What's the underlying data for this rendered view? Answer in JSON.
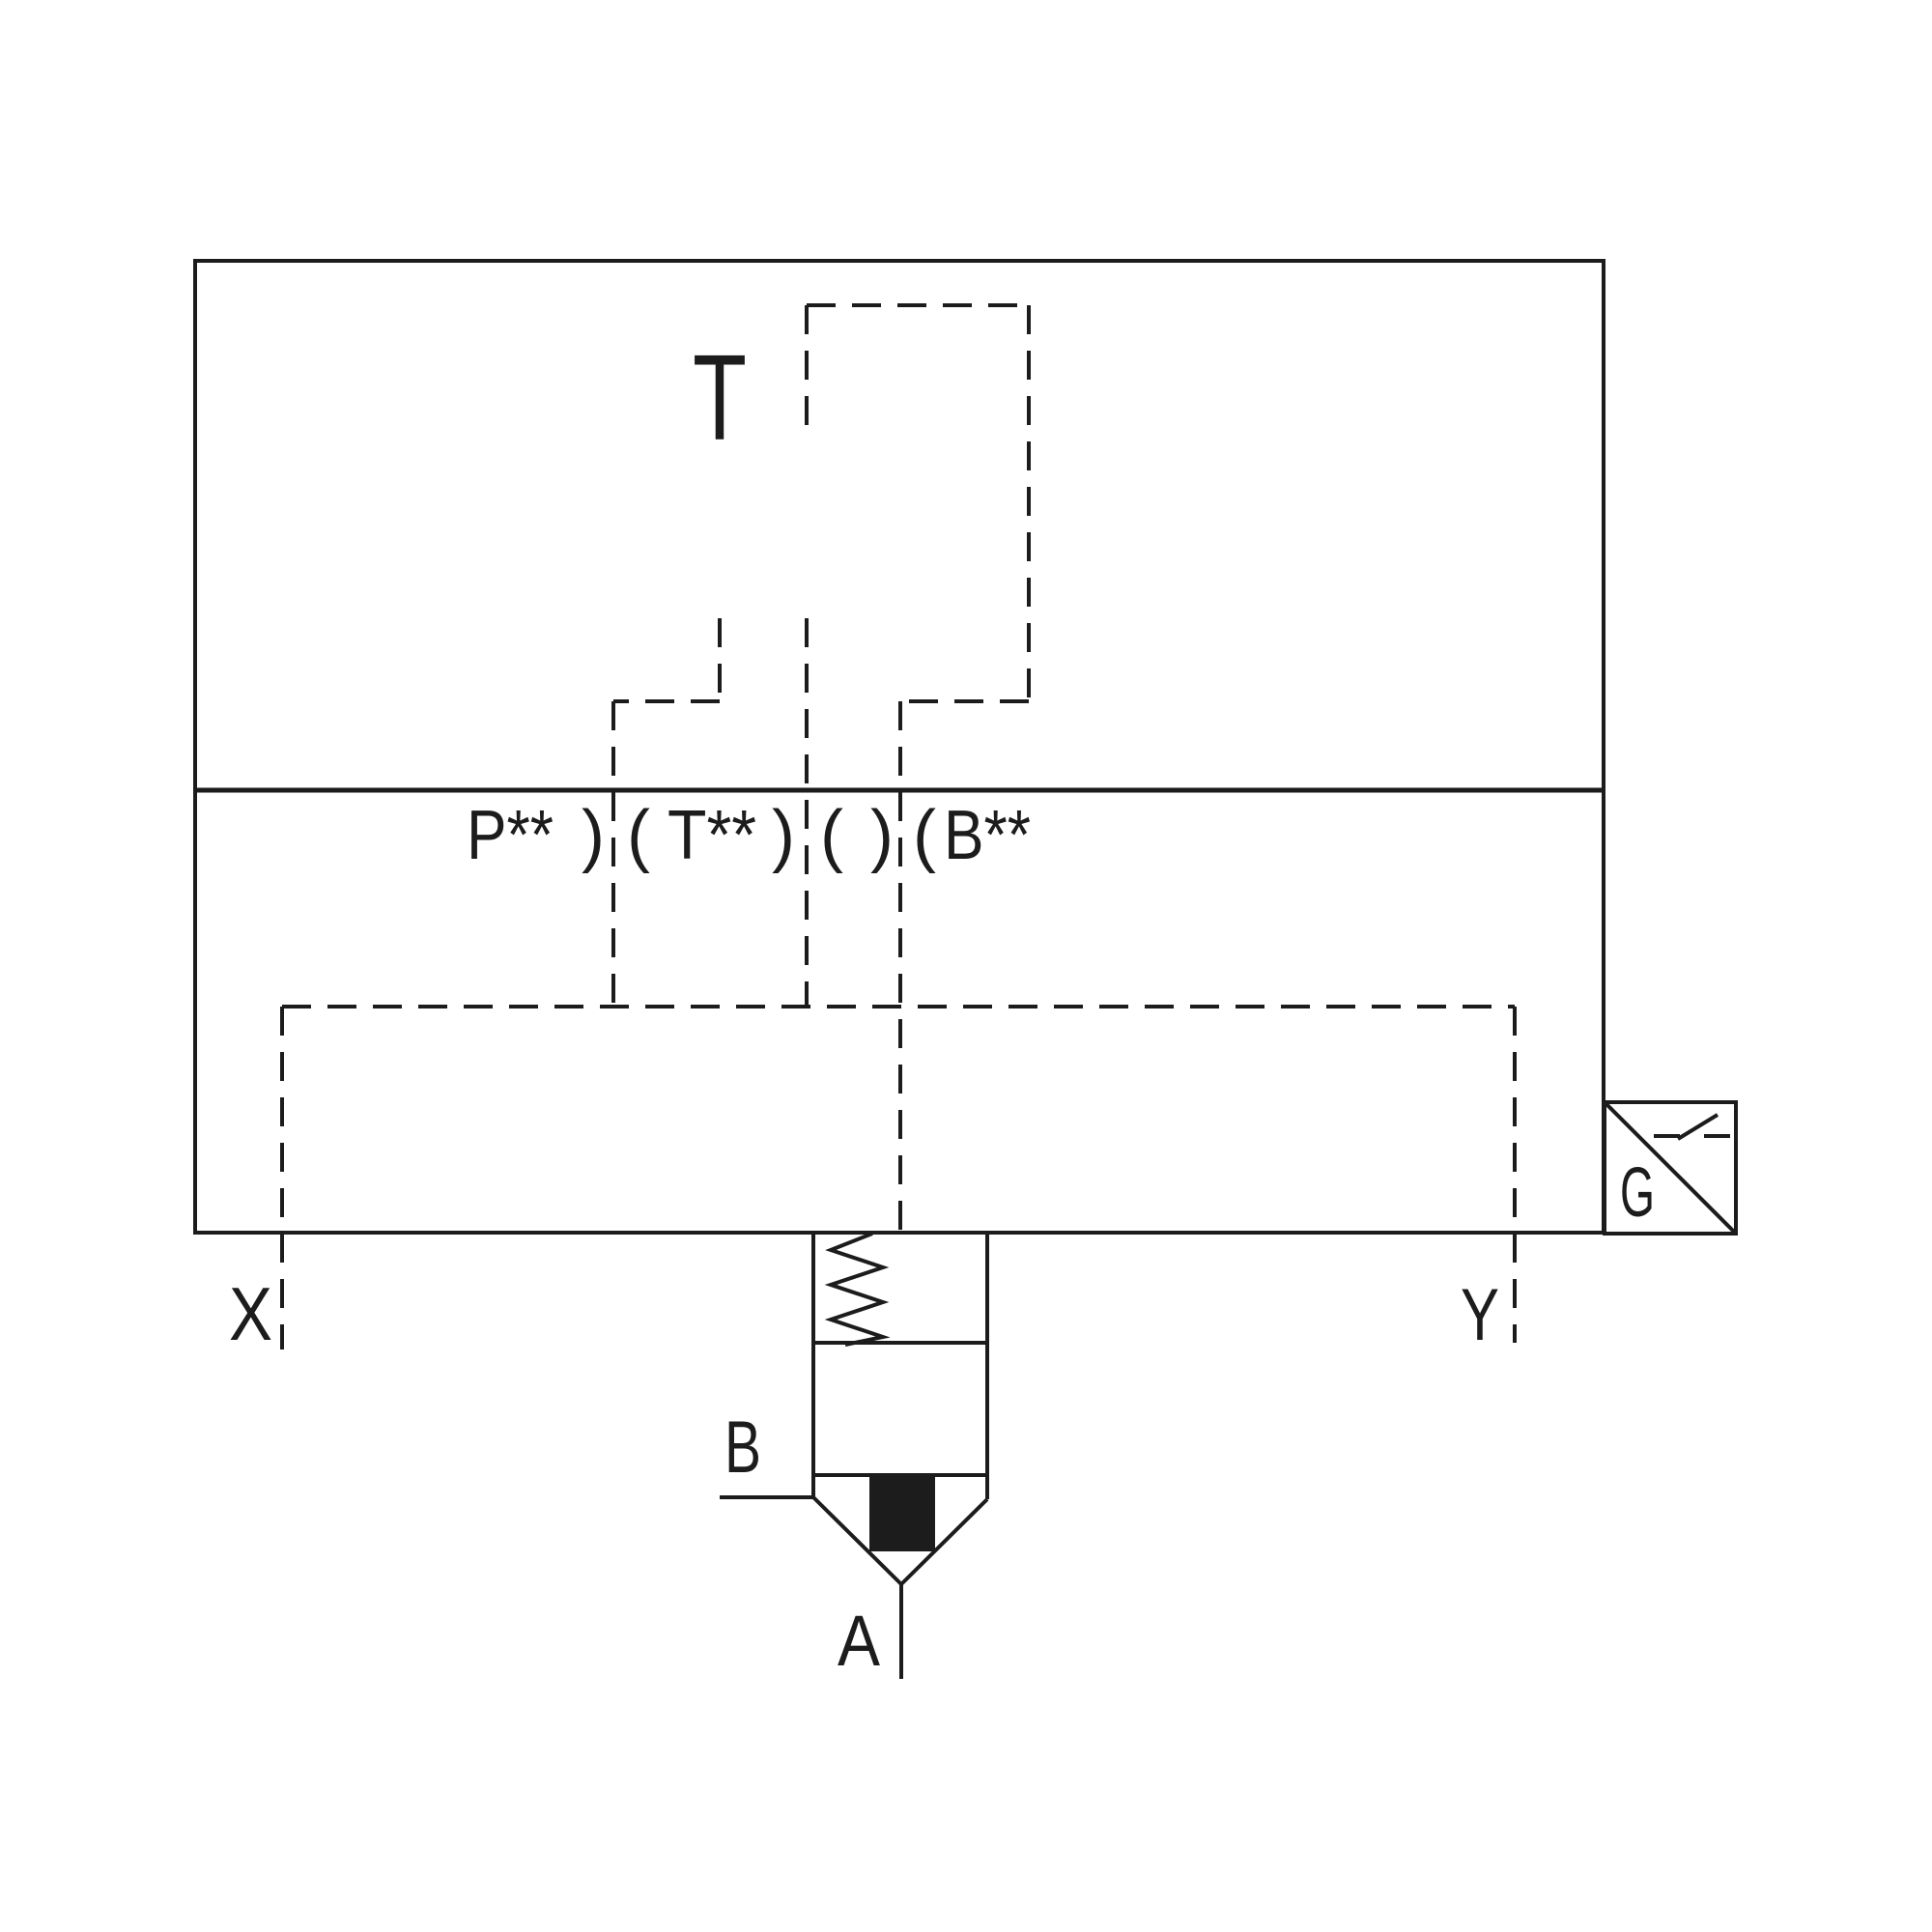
{
  "colors": {
    "line": "#1c1c1c",
    "background": "#ffffff"
  },
  "labels": {
    "tank_port": "T",
    "port_row": {
      "p": "P**",
      "sep1": ")",
      "sep2": "(",
      "t": "T**",
      "sep3": ")",
      "sep4": "(",
      "sep5": ")",
      "sep6": "(",
      "b": "B**"
    },
    "pilot_x": "X",
    "pilot_y": "Y",
    "port_b": "B",
    "port_a": "A",
    "switch": "G"
  }
}
